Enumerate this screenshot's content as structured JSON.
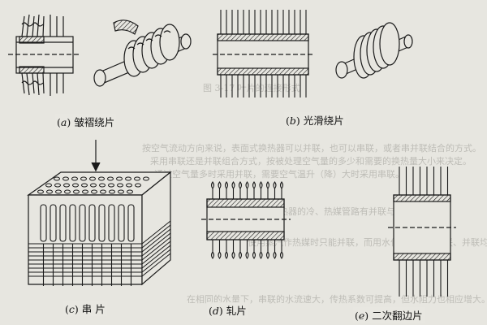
{
  "background_text": {
    "ghost_line_1": "图 3-17 叶片的连接形式",
    "ghost_line_2": "按空气流动方向来说，表面式换热器可以并联，也可以串联，或者串并联结合的方式。",
    "ghost_line_3": "采用串联还是并联组合方式，按被处理空气量的多少和需要的换热量大小来决定。",
    "ghost_line_4": "通过空气量多时采用并联，需要空气温升（降）大时采用串联。",
    "ghost_line_5": "表面式换热器的冷、热媒管路有并联与串联之分。",
    "ghost_line_6": "使用蒸汽作热媒时只能并联，而用水作热媒时，串联、并联均可。",
    "ghost_line_7": "在相同的水量下，串联的水流速大，传热系数可提高，但水阻力也相应增大。"
  },
  "figures": {
    "a": {
      "letter": "a",
      "label": "皱褶绕片"
    },
    "b": {
      "letter": "b",
      "label": "光滑绕片"
    },
    "c": {
      "letter": "c",
      "label": "串 片"
    },
    "d": {
      "letter": "d",
      "label": "轧片"
    },
    "e": {
      "letter": "e",
      "label": "二次翻边片"
    }
  },
  "colors": {
    "ink": "#1a1a1a",
    "paper": "#e7e6e0",
    "ghost": "#9c9b95"
  }
}
